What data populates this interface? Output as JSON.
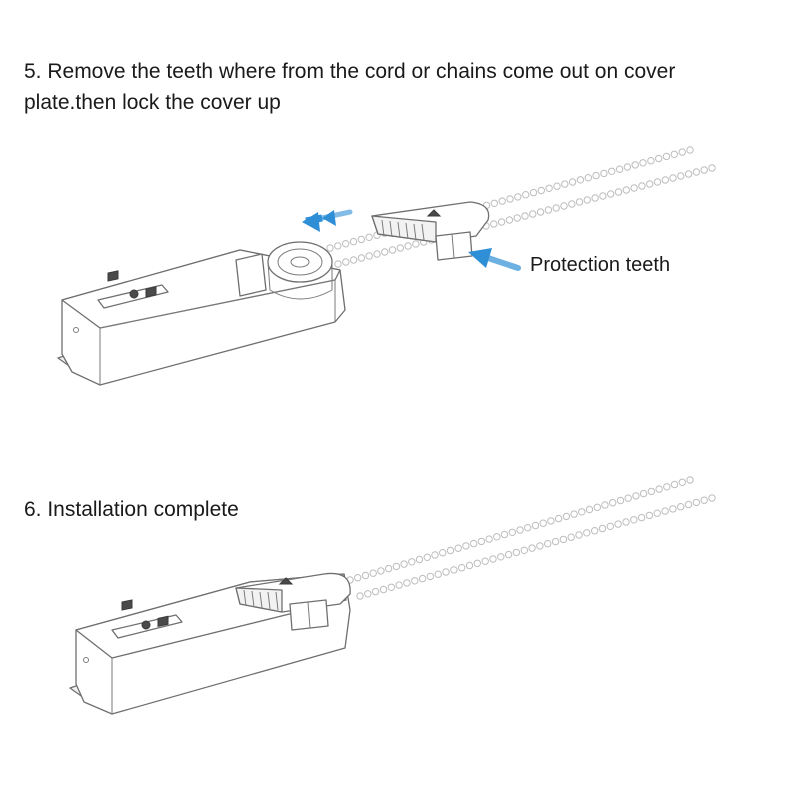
{
  "steps": {
    "step5": "5. Remove the teeth where from the cord or chains come out on cover plate.then lock the cover up",
    "step6": "6. Installation complete"
  },
  "callouts": {
    "protection_teeth": "Protection teeth"
  },
  "colors": {
    "arrow_blue": "#2f8fd6",
    "outline": "#6f6f6f",
    "chain": "#bdbdbd"
  },
  "icons": {
    "direction_arrow": "arrow-left-icon",
    "pointer_arrow": "arrow-pointer-icon"
  }
}
